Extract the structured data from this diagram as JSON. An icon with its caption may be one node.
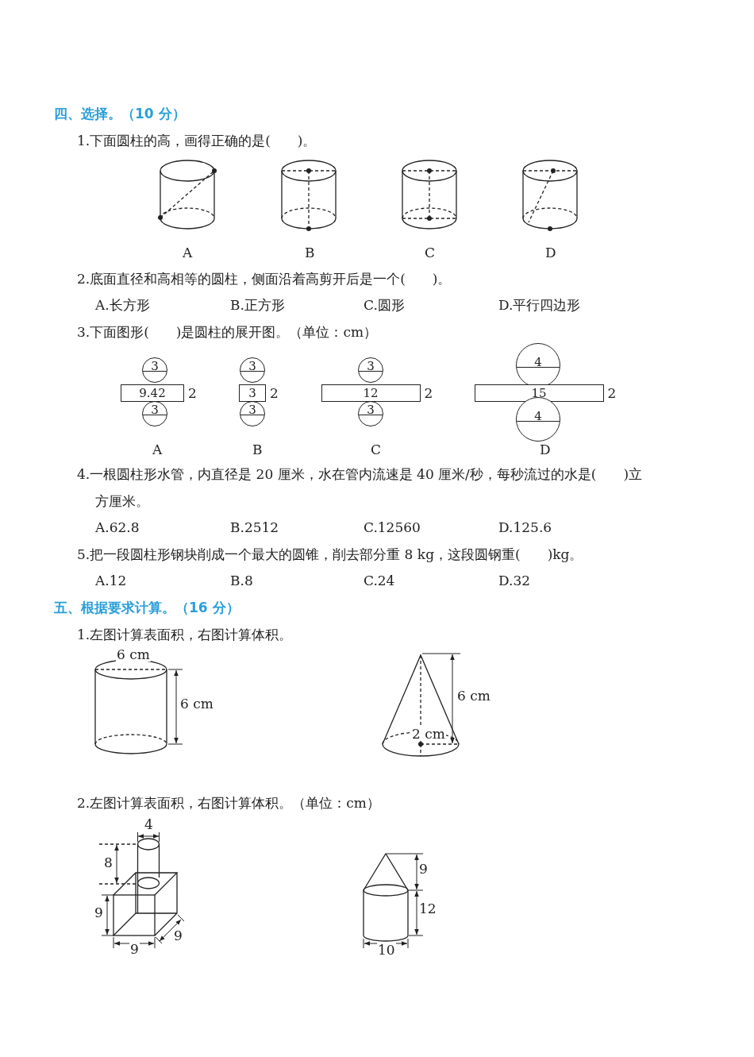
{
  "diagram": {
    "nodes": [
      {
        "text": [
          "3"
        ]
      },
      {
        "text": [
          "9.42"
        ],
        "beside": [
          "2"
        ]
      },
      {
        "text": [
          "3"
        ]
      },
      {
        "text": [
          "3"
        ]
      },
      {
        "text": [
          "3"
        ],
        "beside": [
          "2"
        ]
      },
      {
        "text": [
          "3"
        ]
      },
      {
        "text": [
          "3"
        ]
      },
      {
        "text": [
          "12"
        ],
        "beside": [
          "2"
        ]
      },
      {
        "text": [
          "3"
        ]
      },
      {
        "text": [
          "4"
        ]
      },
      {
        "text": [
          "15"
        ],
        "beside": [
          "2"
        ]
      },
      {
        "text": [
          "4"
        ]
      }
    ],
    "labels": [
      "四、选择。（10 分）",
      "1.下面圆柱的高，画得正确的是(　　)。",
      "A",
      "B",
      "C",
      "D",
      "2.底面直径和高相等的圆柱，侧面沿着高剪开后是一个(　　)。",
      "A.长方形",
      "B.正方形",
      "C.圆形",
      "D.平行四边形",
      "3.下面图形(　　)是圆柱的展开图。（单位：cm）",
      "A",
      "B",
      "C",
      "D",
      "4.一根圆柱形水管，内直径是 20 厘米，水在管内流速是 40 厘米/秒，每秒流过的水是(　　)立方厘米。",
      "A.62.8",
      "B.2512",
      "C.12560",
      "D.125.6",
      "5.把一段圆柱形钢块削成一个最大的圆锥，削去部分重 8 kg，这段圆钢重(　　)kg。",
      "A.12",
      "B.8",
      "C.24",
      "D.32",
      "五、根据要求计算。（16 分）",
      "1.左图计算表面积，右图计算体积。",
      "6 cm",
      "6 cm",
      "6 cm",
      "2 cm",
      "2.左图计算表面积，右图计算体积。（单位：cm）",
      "4",
      "8",
      "9",
      "9",
      "9",
      "9",
      "12",
      "10"
    ]
  }
}
